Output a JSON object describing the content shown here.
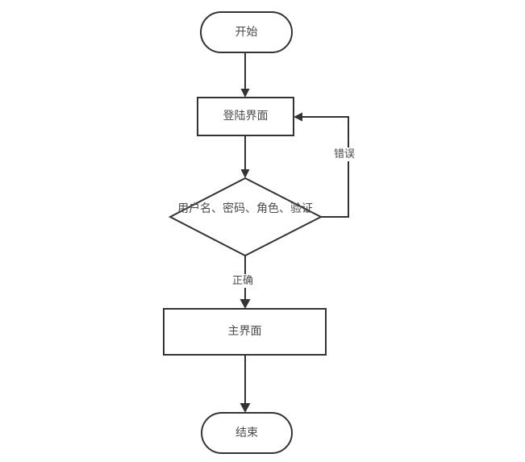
{
  "diagram": {
    "title": "登陆流程图",
    "type": "flowchart",
    "background_color": "#ffffff",
    "stroke_color": "#333333",
    "text_color": "#4a4a4a",
    "nodes": [
      {
        "id": "start",
        "shape": "stadium",
        "label": "开始"
      },
      {
        "id": "login",
        "shape": "rectangle",
        "label": "登陆界面"
      },
      {
        "id": "check",
        "shape": "diamond",
        "label": "用户名、密码、角色、验证"
      },
      {
        "id": "main",
        "shape": "rectangle",
        "label": "主界面"
      },
      {
        "id": "end",
        "shape": "stadium",
        "label": "结束"
      }
    ],
    "edges": [
      {
        "id": "e1",
        "from": "start",
        "to": "login",
        "label": ""
      },
      {
        "id": "e2",
        "from": "login",
        "to": "check",
        "label": ""
      },
      {
        "id": "e3",
        "from": "check",
        "to": "login",
        "label": "错误"
      },
      {
        "id": "e4",
        "from": "check",
        "to": "main",
        "label": "正确"
      },
      {
        "id": "e5",
        "from": "main",
        "to": "end",
        "label": ""
      }
    ]
  }
}
